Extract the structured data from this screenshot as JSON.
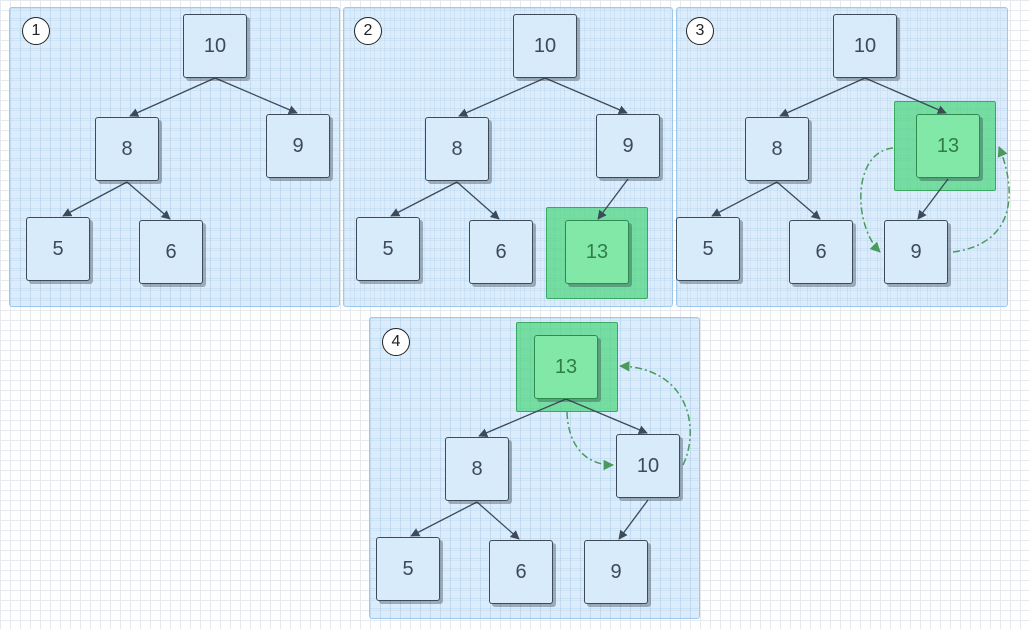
{
  "colors": {
    "panel_fill": "#c4dff7",
    "panel_border": "#9ec9ee",
    "node_fill": "#d7ebfb",
    "node_border": "#3d4a58",
    "highlight_fill": "#59d88a",
    "highlight_node": "#82e8a8",
    "swap_arrow": "#4a9a5c"
  },
  "panels": [
    {
      "step": "1",
      "nodes": [
        {
          "value": "10",
          "highlight": false
        },
        {
          "value": "8",
          "highlight": false
        },
        {
          "value": "9",
          "highlight": false
        },
        {
          "value": "5",
          "highlight": false
        },
        {
          "value": "6",
          "highlight": false
        }
      ]
    },
    {
      "step": "2",
      "nodes": [
        {
          "value": "10",
          "highlight": false
        },
        {
          "value": "8",
          "highlight": false
        },
        {
          "value": "9",
          "highlight": false
        },
        {
          "value": "5",
          "highlight": false
        },
        {
          "value": "6",
          "highlight": false
        },
        {
          "value": "13",
          "highlight": true
        }
      ]
    },
    {
      "step": "3",
      "nodes": [
        {
          "value": "10",
          "highlight": false
        },
        {
          "value": "8",
          "highlight": false
        },
        {
          "value": "13",
          "highlight": true
        },
        {
          "value": "5",
          "highlight": false
        },
        {
          "value": "6",
          "highlight": false
        },
        {
          "value": "9",
          "highlight": false
        }
      ]
    },
    {
      "step": "4",
      "nodes": [
        {
          "value": "13",
          "highlight": true
        },
        {
          "value": "8",
          "highlight": false
        },
        {
          "value": "10",
          "highlight": false
        },
        {
          "value": "5",
          "highlight": false
        },
        {
          "value": "6",
          "highlight": false
        },
        {
          "value": "9",
          "highlight": false
        }
      ]
    }
  ]
}
